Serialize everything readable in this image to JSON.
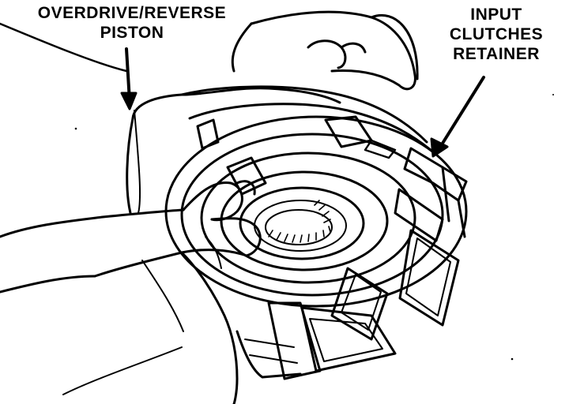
{
  "labels": {
    "overdrive_reverse_piston": {
      "line1": "OVERDRIVE/REVERSE",
      "line2": "PISTON"
    },
    "input_clutches_retainer": {
      "line1": "INPUT",
      "line2": "CLUTCHES",
      "line3": "RETAINER"
    }
  },
  "colors": {
    "ink": "#000000",
    "paper": "#ffffff"
  }
}
